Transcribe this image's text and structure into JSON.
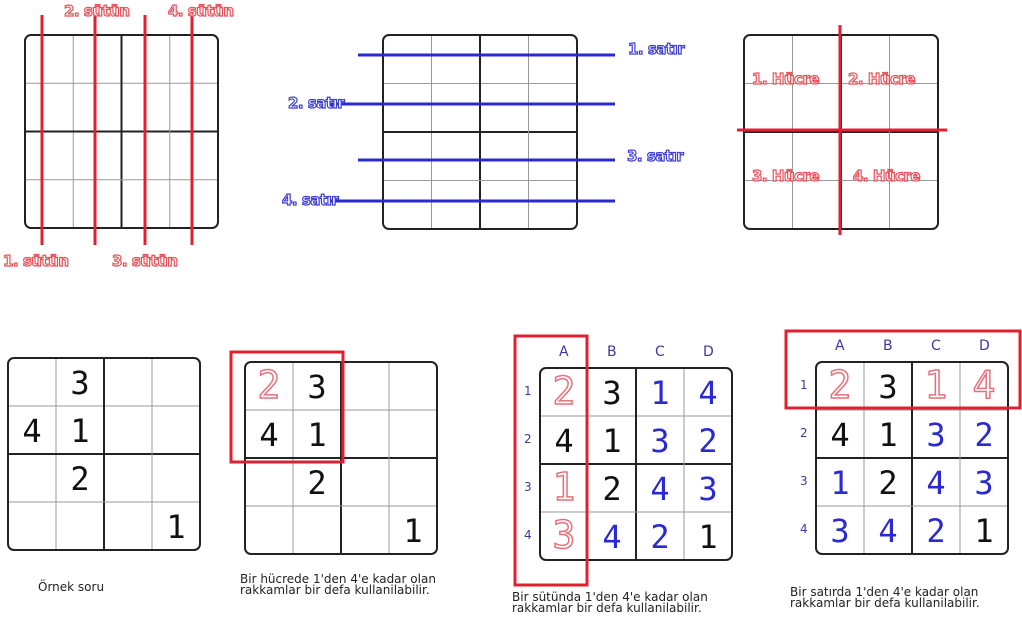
{
  "top": {
    "column_labels": [
      "1. sütün",
      "2. sütün",
      "3. sütün",
      "4. sütün"
    ],
    "row_labels": [
      "1. satır",
      "2. satır",
      "3. satır",
      "4. satır"
    ],
    "cell_labels": [
      "1. Hücre",
      "2. Hücre",
      "3. Hücre",
      "4. Hücre"
    ]
  },
  "examples": [
    {
      "caption": "Örnek soru",
      "cells": [
        [
          "",
          "3",
          "",
          ""
        ],
        [
          "4",
          "1",
          "",
          ""
        ],
        [
          "",
          "2",
          "",
          ""
        ],
        [
          "",
          "",
          "",
          "1"
        ]
      ],
      "colors": [
        [
          "k",
          "k",
          "k",
          "k"
        ],
        [
          "k",
          "k",
          "k",
          "k"
        ],
        [
          "k",
          "k",
          "k",
          "k"
        ],
        [
          "k",
          "k",
          "k",
          "k"
        ]
      ]
    },
    {
      "caption_lines": [
        "Bir hücrede 1'den 4'e kadar olan",
        "rakkamlar bir defa kullanilabilir."
      ],
      "cells": [
        [
          "2",
          "3",
          "",
          ""
        ],
        [
          "4",
          "1",
          "",
          ""
        ],
        [
          "",
          "2",
          "",
          ""
        ],
        [
          "",
          "",
          "",
          "1"
        ]
      ],
      "colors": [
        [
          "r",
          "k",
          "k",
          "k"
        ],
        [
          "k",
          "k",
          "k",
          "k"
        ],
        [
          "k",
          "k",
          "k",
          "k"
        ],
        [
          "k",
          "k",
          "k",
          "k"
        ]
      ]
    },
    {
      "caption_lines": [
        "Bir sütünda 1'den 4'e kadar olan",
        "rakkamlar bir defa kullanilabilir."
      ],
      "col_headers": [
        "A",
        "B",
        "C",
        "D"
      ],
      "row_headers": [
        "1",
        "2",
        "3",
        "4"
      ],
      "cells": [
        [
          "2",
          "3",
          "1",
          "4"
        ],
        [
          "4",
          "1",
          "3",
          "2"
        ],
        [
          "1",
          "2",
          "4",
          "3"
        ],
        [
          "3",
          "4",
          "2",
          "1"
        ]
      ],
      "colors": [
        [
          "r",
          "k",
          "b",
          "b"
        ],
        [
          "k",
          "k",
          "b",
          "b"
        ],
        [
          "r",
          "k",
          "b",
          "b"
        ],
        [
          "r",
          "b",
          "b",
          "k"
        ]
      ]
    },
    {
      "caption_lines": [
        "Bir satırda 1'den 4'e kadar olan",
        "rakkamlar bir defa kullanilabilir."
      ],
      "col_headers": [
        "A",
        "B",
        "C",
        "D"
      ],
      "row_headers": [
        "1",
        "2",
        "3",
        "4"
      ],
      "cells": [
        [
          "2",
          "3",
          "1",
          "4"
        ],
        [
          "4",
          "1",
          "3",
          "2"
        ],
        [
          "1",
          "2",
          "4",
          "3"
        ],
        [
          "3",
          "4",
          "2",
          "1"
        ]
      ],
      "colors": [
        [
          "r",
          "k",
          "r",
          "r"
        ],
        [
          "k",
          "k",
          "b",
          "b"
        ],
        [
          "b",
          "k",
          "b",
          "b"
        ],
        [
          "b",
          "b",
          "b",
          "k"
        ]
      ]
    }
  ],
  "palette": {
    "red": "#e02030",
    "blue": "#2a2ad0",
    "black": "#111111",
    "outline_red": "#e8707a"
  }
}
